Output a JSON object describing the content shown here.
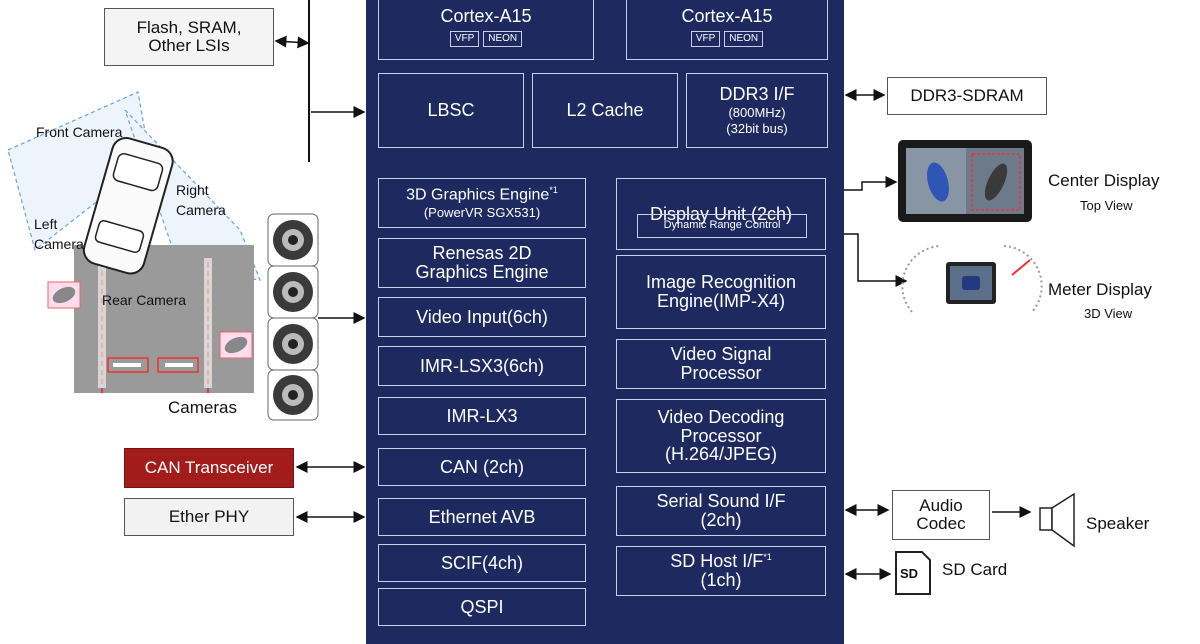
{
  "soc": {
    "cpu_left": {
      "title": "Cortex-A15",
      "tags": [
        "VFP",
        "NEON"
      ]
    },
    "cpu_right": {
      "title": "Cortex-A15",
      "tags": [
        "VFP",
        "NEON"
      ]
    },
    "lbsc": "LBSC",
    "l2": "L2 Cache",
    "ddr": {
      "title": "DDR3 I/F",
      "line2": "(800MHz)",
      "line3": "(32bit bus)"
    },
    "gfx3d": {
      "title": "3D Graphics Engine",
      "mark": "*1",
      "sub": "(PowerVR SGX531)"
    },
    "gfx2d": {
      "line1": "Renesas 2D",
      "line2": "Graphics Engine"
    },
    "video_input": "Video Input(6ch)",
    "imr_lsx3": "IMR-LSX3(6ch)",
    "imr_lx3": "IMR-LX3",
    "can": "CAN (2ch)",
    "ethernet": "Ethernet AVB",
    "scif": "SCIF(4ch)",
    "qspi": "QSPI",
    "display_unit": {
      "title": "Display Unit (2ch)",
      "sub": "Dynamic Range Control"
    },
    "image_recognition": {
      "line1": "Image Recognition",
      "line2": "Engine(IMP-X4)"
    },
    "vsp": {
      "line1": "Video Signal",
      "line2": "Processor"
    },
    "vdp": {
      "line1": "Video Decoding",
      "line2": "Processor",
      "line3": "(H.264/JPEG)"
    },
    "sound": {
      "line1": "Serial Sound I/F",
      "line2": "(2ch)"
    },
    "sdhost": {
      "line1": "SD Host I/F",
      "mark": "*1",
      "line2": "(1ch)"
    }
  },
  "external": {
    "flash": {
      "line1": "Flash, SRAM,",
      "line2": "Other LSIs"
    },
    "ddr3_sdram": "DDR3-SDRAM",
    "can_transceiver": "CAN Transceiver",
    "ether_phy": "Ether PHY",
    "audio_codec": {
      "line1": "Audio",
      "line2": "Codec"
    },
    "speaker": "Speaker",
    "sd_card": "SD Card",
    "sd_icon_text": "SD",
    "center_display": {
      "title": "Center Display",
      "sub": "Top View"
    },
    "meter_display": {
      "title": "Meter Display",
      "sub": "3D View"
    },
    "cameras": "Cameras",
    "camera_labels": {
      "front": "Front Camera",
      "right_1": "Right",
      "right_2": "Camera",
      "left_1": "Left",
      "left_2": "Camera",
      "rear": "Rear Camera"
    }
  },
  "colors": {
    "soc": "#1e2a5f",
    "block_border": "#c9cfe6",
    "can_transceiver": "#a31c1c"
  }
}
